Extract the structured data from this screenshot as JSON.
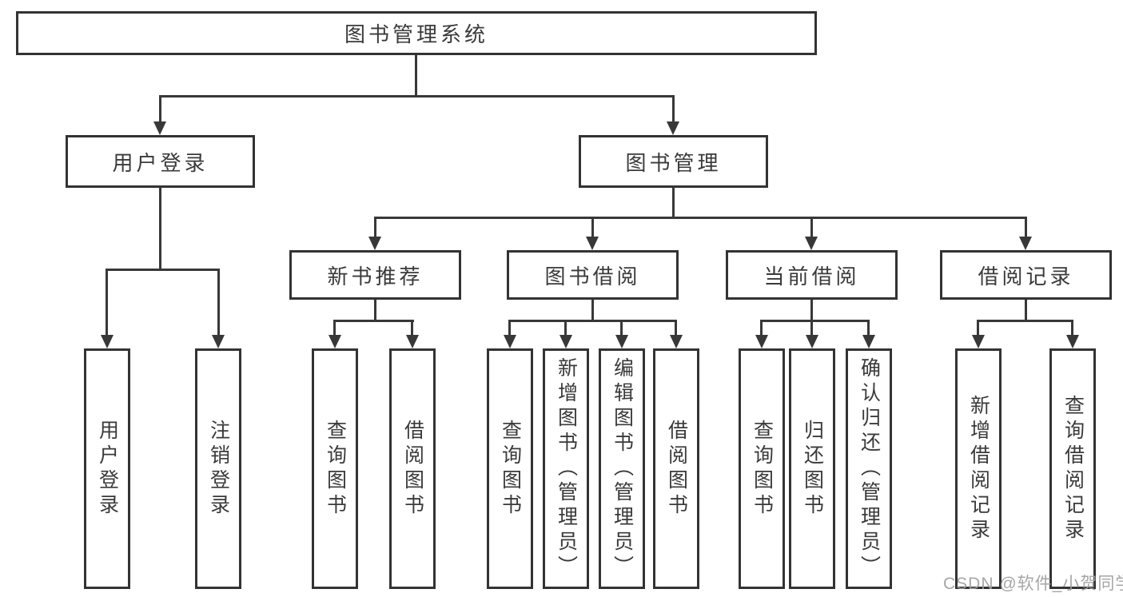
{
  "diagram_type": "hierarchy-tree",
  "tree": {
    "label": "图书管理系统",
    "children": [
      {
        "label": "用户登录",
        "children": [
          {
            "label": "用户登录"
          },
          {
            "label": "注销登录"
          }
        ]
      },
      {
        "label": "图书管理",
        "children": [
          {
            "label": "新书推荐",
            "children": [
              {
                "label": "查询图书"
              },
              {
                "label": "借阅图书"
              }
            ]
          },
          {
            "label": "图书借阅",
            "children": [
              {
                "label": "查询图书"
              },
              {
                "label": "新增图书（管理员）"
              },
              {
                "label": "编辑图书（管理员）"
              },
              {
                "label": "借阅图书"
              }
            ]
          },
          {
            "label": "当前借阅",
            "children": [
              {
                "label": "查询图书"
              },
              {
                "label": "归还图书"
              },
              {
                "label": "确认归还（管理员）"
              }
            ]
          },
          {
            "label": "借阅记录",
            "children": [
              {
                "label": "新增借阅记录"
              },
              {
                "label": "查询借阅记录"
              }
            ]
          }
        ]
      }
    ]
  },
  "watermark": {
    "text": "CSDN @软件_小贺同学"
  },
  "colors": {
    "background": "#ffffff",
    "box_border": "#333333",
    "connector_line": "#383838",
    "text": "#3a3a3a",
    "watermark": "#9e9e9e"
  }
}
